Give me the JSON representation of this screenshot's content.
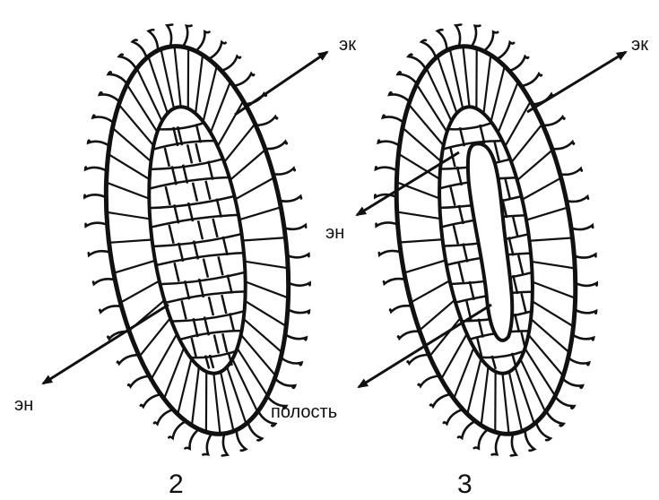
{
  "figures": [
    {
      "number": "2",
      "labels": {
        "ectoderm": "эк",
        "endoderm": "эн"
      }
    },
    {
      "number": "3",
      "labels": {
        "ectoderm": "эк",
        "endoderm": "эн",
        "cavity": "полость"
      }
    }
  ],
  "colors": {
    "ink": "#111111",
    "paper": "#ffffff"
  }
}
